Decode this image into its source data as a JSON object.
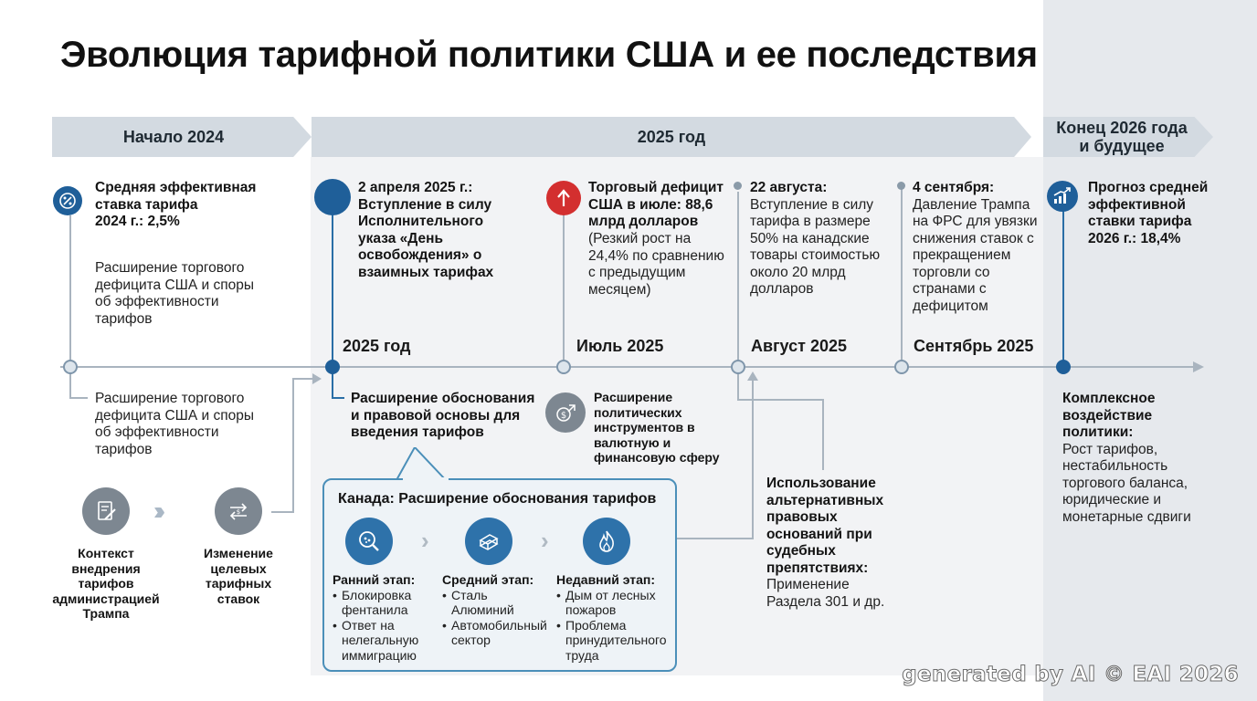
{
  "title": "Эволюция тарифной политики США и ее последствия",
  "bands": {
    "start": "Начало 2024",
    "year2025": "2025 год",
    "end_line1": "Конец 2026 года",
    "end_line2": "и будущее"
  },
  "col1": {
    "head_l1": "Средняя эффективная",
    "head_l2": "ставка тарифа",
    "head_l3": "2024 г.: 2,5%",
    "body": [
      "Расширение торгового",
      "дефицита США и споры",
      "об эффективности",
      "тарифов"
    ],
    "below": [
      "Расширение торгового",
      "дефицита США и споры",
      "об эффективности",
      "тарифов"
    ]
  },
  "col2": {
    "head": [
      "2 апреля 2025 г.:",
      "Вступление в силу",
      "Исполнительного",
      "указа «День",
      "освобождения» о",
      "взаимных тарифах"
    ],
    "period": "2025 год",
    "below": [
      "Расширение обоснования",
      "и правовой основы для",
      "введения тарифов"
    ]
  },
  "col3": {
    "head": [
      "Торговый дефицит",
      "США в июле: 88,6",
      "млрд долларов"
    ],
    "body": [
      "(Резкий рост на",
      "24,4% по сравнению",
      "с предыдущим",
      "месяцем)"
    ],
    "period": "Июль 2025",
    "below": [
      "Расширение",
      "политических",
      "инструментов в",
      "валютную и",
      "финансовую сферу"
    ]
  },
  "col4": {
    "head": "22 августа:",
    "body": [
      "Вступление в силу",
      "тарифа в размере",
      "50% на канадские",
      "товары стоимостью",
      "около 20 млрд",
      "долларов"
    ],
    "period": "Август 2025",
    "legal_head": [
      "Использование",
      "альтернативных",
      "правовых",
      "оснований при",
      "судебных",
      "препятствиях:"
    ],
    "legal_body": [
      "Применение",
      "Раздела 301 и др."
    ]
  },
  "col5": {
    "head": "4 сентября:",
    "body": [
      "Давление Трампа",
      "на ФРС для увязки",
      "снижения ставок с",
      "прекращением",
      "торговли со",
      "странами с",
      "дефицитом"
    ],
    "period": "Сентябрь 2025"
  },
  "col6": {
    "head": [
      "Прогноз средней",
      "эффективной",
      "ставки тарифа",
      "2026 г.: 18,4%"
    ],
    "impact_head": [
      "Комплексное",
      "воздействие",
      "политики:"
    ],
    "impact_body": [
      "Рост тарифов,",
      "нестабильность",
      "торгового баланса,",
      "юридические и",
      "монетарные сдвиги"
    ]
  },
  "bottom_left": {
    "context": [
      "Контекст",
      "внедрения",
      "тарифов",
      "администрацией",
      "Трампа"
    ],
    "change": [
      "Изменение",
      "целевых",
      "тарифных",
      "ставок"
    ]
  },
  "canada": {
    "title": "Канада: Расширение обоснования тарифов",
    "early_label": "Ранний этап:",
    "early_items": [
      "Блокировка фентанила",
      "Ответ на нелегальную иммиграцию"
    ],
    "mid_label": "Средний этап:",
    "mid_items": [
      "Сталь Алюминий",
      "Автомобильный сектор"
    ],
    "late_label": "Недавний этап:",
    "late_items": [
      "Дым от лесных пожаров",
      "Проблема принудительного труда"
    ]
  },
  "watermark": "generated by AI © EAI 2026",
  "colors": {
    "accent_blue": "#1f5f99",
    "band": "#d3dae1",
    "red": "#d32f2f"
  }
}
